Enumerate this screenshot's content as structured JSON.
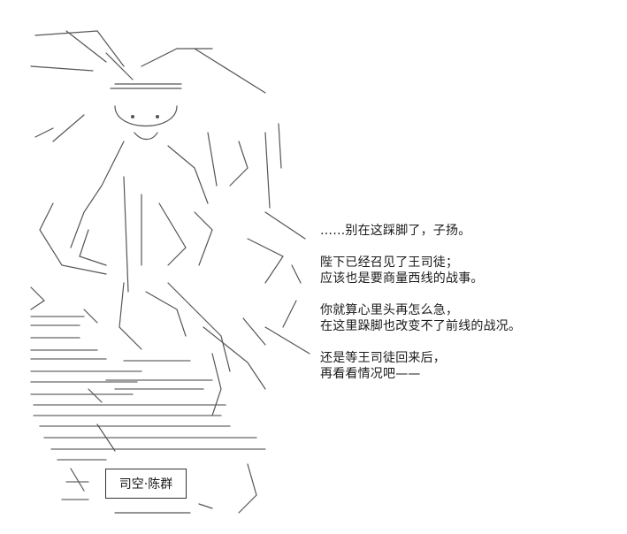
{
  "speaker": {
    "name": "司空·陈群"
  },
  "dialogue": [
    "……别在这踩脚了，子扬。",
    "陛下已经召见了王司徒；",
    "应该也是要商量西线的战事。",
    "你就算心里头再怎么急，",
    "在这里跺脚也改变不了前线的战况。",
    "还是等王司徒回来后，",
    "再看看情况吧——"
  ],
  "colors": {
    "ink": "#1a1a1a",
    "background": "#ffffff"
  }
}
